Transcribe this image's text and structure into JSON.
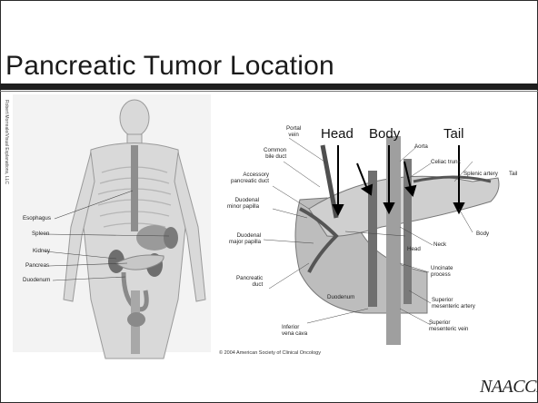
{
  "slide": {
    "title": "Pancreatic Tumor Location"
  },
  "left_figure": {
    "credit": "Robert Morreale/Visual Explanations, LLC",
    "labels": {
      "esophagus": "Esophagus",
      "spleen": "Spleen",
      "kidney": "Kidney",
      "pancreas": "Pancreas",
      "duodenum": "Duodenum"
    }
  },
  "right_figure": {
    "region_labels": {
      "head": "Head",
      "body": "Body",
      "tail": "Tail"
    },
    "labels": {
      "portal_vein": "Portal\nvein",
      "common_bile_duct": "Common\nbile duct",
      "accessory_pancreatic_duct": "Accessory\npancreatic duct",
      "duodenal_minor_papilla": "Duodenal\nminor papilla",
      "duodenal_major_papilla": "Duodenal\nmajor papilla",
      "pancreatic_duct": "Pancreatic\nduct",
      "aorta": "Aorta",
      "celiac_trunk": "Celiac trunk",
      "splenic_artery": "Splenic artery",
      "tail_small": "Tail",
      "body_small": "Body",
      "neck": "Neck",
      "head_small": "Head",
      "uncinate_process": "Uncinate\nprocess",
      "duodenum": "Duodenum",
      "superior_mesenteric_artery": "Superior\nmesenteric artery",
      "superior_mesenteric_vein": "Superior\nmesenteric vein",
      "inferior_vena_cava": "Inferior\nvena cava"
    },
    "copyright": "© 2004 American Society of Clinical Oncology"
  },
  "footer": {
    "logo_text": "NAACCR"
  }
}
